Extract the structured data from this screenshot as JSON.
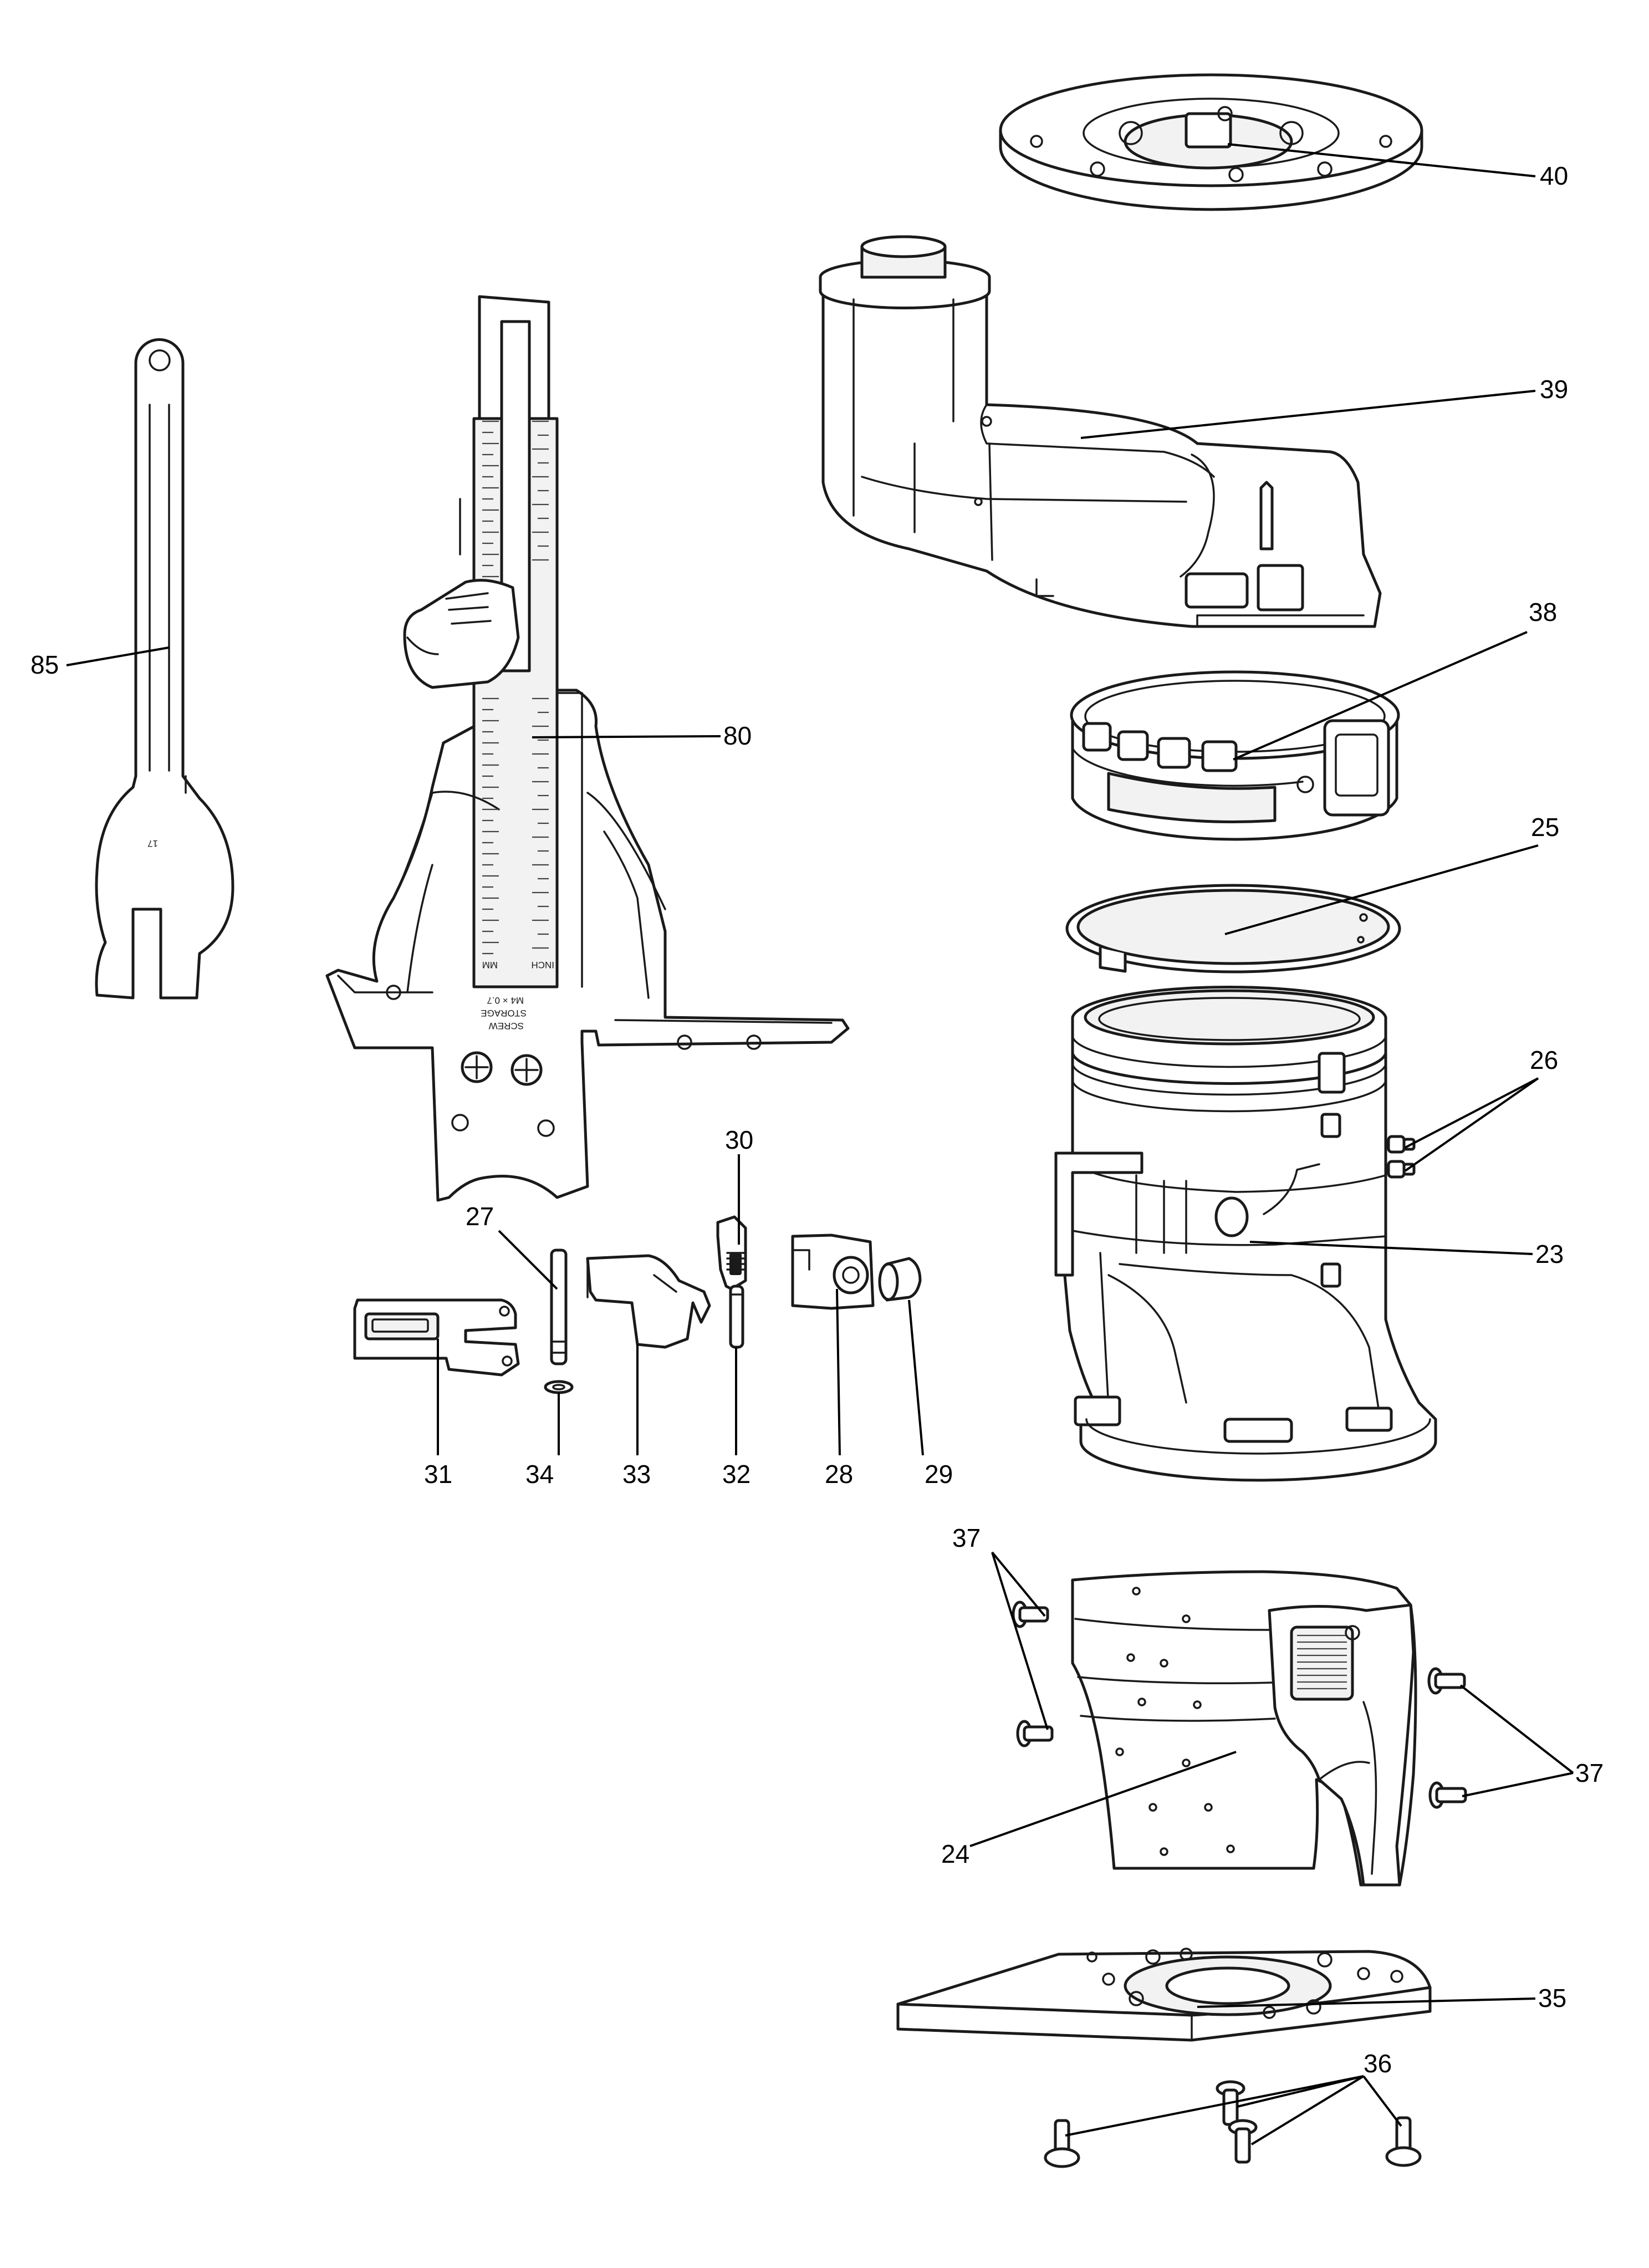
{
  "callouts": [
    {
      "id": "40",
      "label": "40"
    },
    {
      "id": "39",
      "label": "39"
    },
    {
      "id": "85",
      "label": "85"
    },
    {
      "id": "80",
      "label": "80"
    },
    {
      "id": "38",
      "label": "38"
    },
    {
      "id": "25",
      "label": "25"
    },
    {
      "id": "26",
      "label": "26"
    },
    {
      "id": "30",
      "label": "30"
    },
    {
      "id": "27",
      "label": "27"
    },
    {
      "id": "23",
      "label": "23"
    },
    {
      "id": "31",
      "label": "31"
    },
    {
      "id": "34",
      "label": "34"
    },
    {
      "id": "33",
      "label": "33"
    },
    {
      "id": "32",
      "label": "32"
    },
    {
      "id": "28",
      "label": "28"
    },
    {
      "id": "29",
      "label": "29"
    },
    {
      "id": "37a",
      "label": "37"
    },
    {
      "id": "37b",
      "label": "37"
    },
    {
      "id": "24",
      "label": "24"
    },
    {
      "id": "35",
      "label": "35"
    },
    {
      "id": "36",
      "label": "36"
    }
  ],
  "markings": {
    "wrench_size": "17",
    "scale_left": "MM",
    "scale_right": "INCH",
    "screw_storage_line1": "SCREW",
    "screw_storage_line2": "STORAGE",
    "screw_storage_line3": "M4 × 0.7"
  }
}
